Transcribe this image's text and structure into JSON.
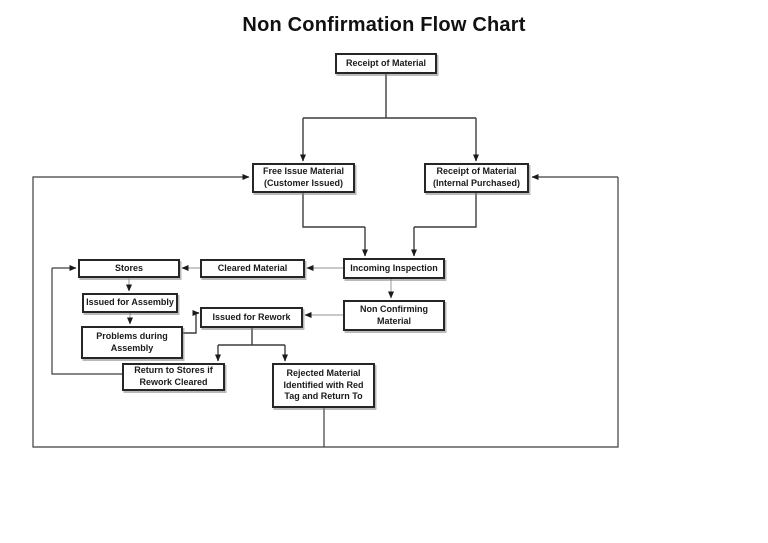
{
  "title": "Non Confirmation Flow Chart",
  "flowchart": {
    "nodes": {
      "receipt_of_material": {
        "label": "Receipt of Material"
      },
      "free_issue_material": {
        "label": "Free Issue Material\n(Customer Issued)"
      },
      "receipt_internal": {
        "label": "Receipt of Material\n(Internal Purchased)"
      },
      "stores": {
        "label": "Stores"
      },
      "cleared_material": {
        "label": "Cleared Material"
      },
      "incoming_inspection": {
        "label": "Incoming Inspection"
      },
      "issued_for_assembly": {
        "label": "Issued for Assembly"
      },
      "non_confirming_material": {
        "label": "Non Confirming\nMaterial"
      },
      "problems_during_assembly": {
        "label": "Problems during\nAssembly"
      },
      "issued_for_rework": {
        "label": "Issued for Rework"
      },
      "return_to_stores": {
        "label": "Return to Stores if\nRework Cleared"
      },
      "rejected_material": {
        "label": "Rejected Material\nIdentified with Red\nTag and Return To"
      }
    },
    "edges": [
      {
        "from": "receipt_of_material",
        "to": "free_issue_material"
      },
      {
        "from": "receipt_of_material",
        "to": "receipt_internal"
      },
      {
        "from": "free_issue_material",
        "to": "incoming_inspection"
      },
      {
        "from": "receipt_internal",
        "to": "incoming_inspection"
      },
      {
        "from": "incoming_inspection",
        "to": "cleared_material"
      },
      {
        "from": "cleared_material",
        "to": "stores"
      },
      {
        "from": "incoming_inspection",
        "to": "non_confirming_material"
      },
      {
        "from": "non_confirming_material",
        "to": "issued_for_rework"
      },
      {
        "from": "stores",
        "to": "issued_for_assembly"
      },
      {
        "from": "issued_for_assembly",
        "to": "problems_during_assembly"
      },
      {
        "from": "problems_during_assembly",
        "to": "issued_for_rework"
      },
      {
        "from": "issued_for_rework",
        "to": "return_to_stores"
      },
      {
        "from": "issued_for_rework",
        "to": "rejected_material"
      },
      {
        "from": "return_to_stores",
        "to": "stores"
      },
      {
        "from": "rejected_material",
        "to": "free_issue_material"
      },
      {
        "from": "rejected_material",
        "to": "receipt_internal"
      }
    ],
    "colors": {
      "line_dark": "#3d3d3d",
      "line_light": "#a9a9a9",
      "box_border": "#262626",
      "text": "#1a1a1a",
      "background": "#ffffff"
    }
  }
}
